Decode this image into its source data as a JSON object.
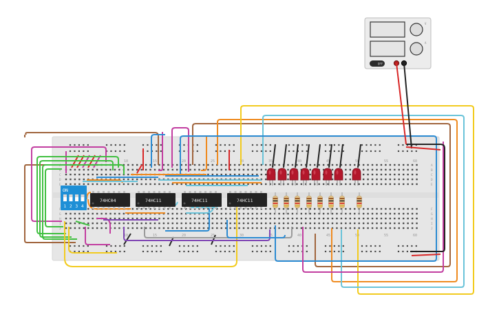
{
  "psu": {
    "label_top": "V",
    "label_bottom": "A",
    "switch_label": "OFF",
    "marks_small": [
      "+",
      "-"
    ],
    "colors": {
      "case": "#ececec",
      "display": "#e9e9e9",
      "knob": "#dcdcdc"
    }
  },
  "breadboard": {
    "column_numbers": [
      "10",
      "15",
      "20",
      "25",
      "30",
      "35",
      "40",
      "45",
      "50",
      "55",
      "60"
    ],
    "row_letters_top": [
      "A",
      "B",
      "C",
      "D",
      "E"
    ],
    "row_letters_bottom": [
      "F",
      "G",
      "H",
      "I",
      "J"
    ],
    "colors": {
      "body": "#e6e6e6",
      "hole": "#444444",
      "rail": "#d9d9d9"
    }
  },
  "dip_switch": {
    "on_label": "ON",
    "numbers": [
      "1",
      "2",
      "3",
      "4"
    ],
    "color": "#1d8fd6"
  },
  "chips": [
    {
      "label": "74HC04"
    },
    {
      "label": "74HC11"
    },
    {
      "label": "74HC11"
    },
    {
      "label": "74HC11"
    }
  ],
  "leds": {
    "count": 8,
    "color": "#b3172b"
  },
  "resistors": {
    "count": 8
  },
  "wire_colors": {
    "brown": "#a0643c",
    "magenta": "#c23da0",
    "green": "#3fbf3f",
    "orange": "#ef8a1f",
    "yellow": "#f2cb1e",
    "cyan": "#4fb6d6",
    "blue": "#2a8ad2",
    "red": "#d82626",
    "black": "#222222",
    "purple": "#8046b4",
    "gray": "#9a9a9a"
  }
}
